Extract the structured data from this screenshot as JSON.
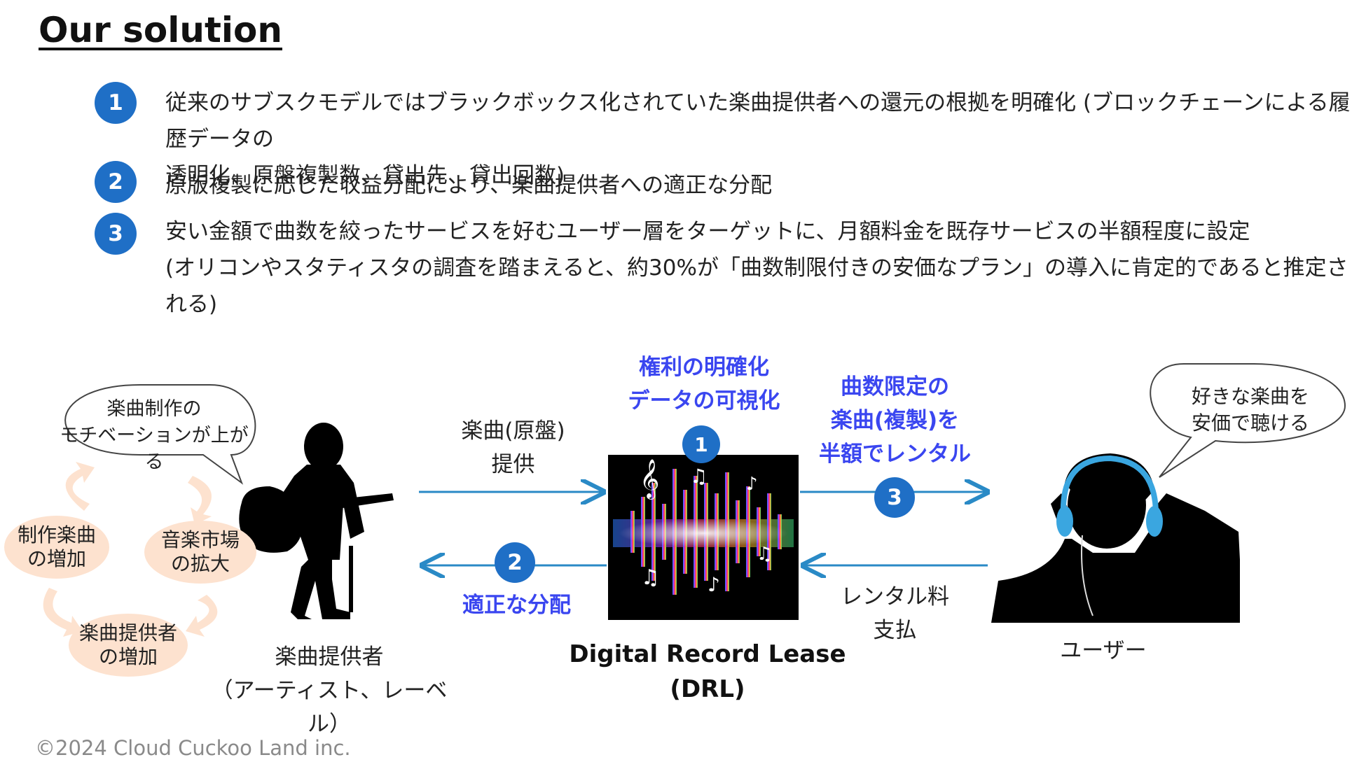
{
  "title": "Our solution",
  "bullets": [
    {
      "num": "1",
      "line1": "従来のサブスクモデルではブラックボックス化されていた楽曲提供者への還元の根拠を明確化 (ブロックチェーンによる履歴データの",
      "line2": "透明化、原盤複製数、貸出先、貸出回数)"
    },
    {
      "num": "2",
      "line1": "原版複製に応じた収益分配により、楽曲提供者への適正な分配",
      "line2": ""
    },
    {
      "num": "3",
      "line1": "安い金額で曲数を絞ったサービスを好むユーザー層をターゲットに、月額料金を既存サービスの半額程度に設定",
      "line2": "(オリコンやスタティスタの調査を踏まえると、約30%が「曲数制限付きの安価なプラン」の導入に肯定的であると推定される)"
    }
  ],
  "diagram": {
    "provider_bubble": {
      "line1": "楽曲制作の",
      "line2": "モチベーションが上がる"
    },
    "cycle": [
      {
        "line1": "制作楽曲",
        "line2": "の増加"
      },
      {
        "line1": "音楽市場",
        "line2": "の拡大"
      },
      {
        "line1": "楽曲提供者",
        "line2": "の増加"
      }
    ],
    "provider_label": {
      "line1": "楽曲提供者",
      "line2": "（アーティスト、レーベル）"
    },
    "supply_label": {
      "line1": "楽曲(原盤)",
      "line2": "提供"
    },
    "distribution_label": "適正な分配",
    "drl_top_label": {
      "line1": "権利の明確化",
      "line2": "データの可視化"
    },
    "drl_name": {
      "line1": "Digital Record Lease",
      "line2": "(DRL)"
    },
    "rental_label": {
      "line1": "曲数限定の",
      "line2": "楽曲(複製)を",
      "line3": "半額でレンタル"
    },
    "fee_label": {
      "line1": "レンタル料",
      "line2": "支払"
    },
    "user_bubble": {
      "line1": "好きな楽曲を",
      "line2": "安価で聴ける"
    },
    "user_label": "ユーザー",
    "badges": [
      "1",
      "2",
      "3"
    ]
  },
  "colors": {
    "badge": "#1f6fc6",
    "arrow": "#2a8ac6",
    "emphasis": "#3a46f0",
    "cycle": "#fde2cf"
  },
  "copyright": "©2024 Cloud Cuckoo Land inc."
}
